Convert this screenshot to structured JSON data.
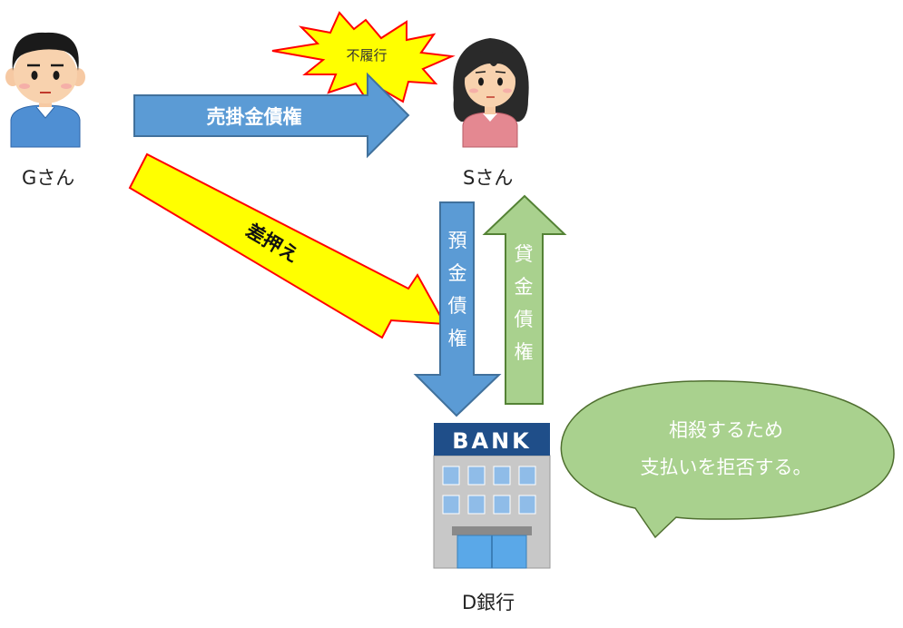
{
  "people": {
    "g": {
      "name": "Gさん"
    },
    "s": {
      "name": "Sさん"
    }
  },
  "bank": {
    "sign": "BANK",
    "name": "D銀行"
  },
  "arrows": {
    "receivable": "売掛金債権",
    "garnish": "差押え",
    "deposit": [
      "預",
      "金",
      "債",
      "権"
    ],
    "loan": [
      "貸",
      "金",
      "債",
      "権"
    ]
  },
  "burst": {
    "text": "不履行"
  },
  "speech": {
    "line1": "相殺するため",
    "line2": "支払いを拒否する。"
  },
  "colors": {
    "blue_arrow": "#5b9bd5",
    "blue_arrow_stroke": "#41719c",
    "yellow_arrow": "#ffff00",
    "red_stroke": "#ff0000",
    "green": "#a9d18e",
    "green_stroke": "#548235"
  }
}
